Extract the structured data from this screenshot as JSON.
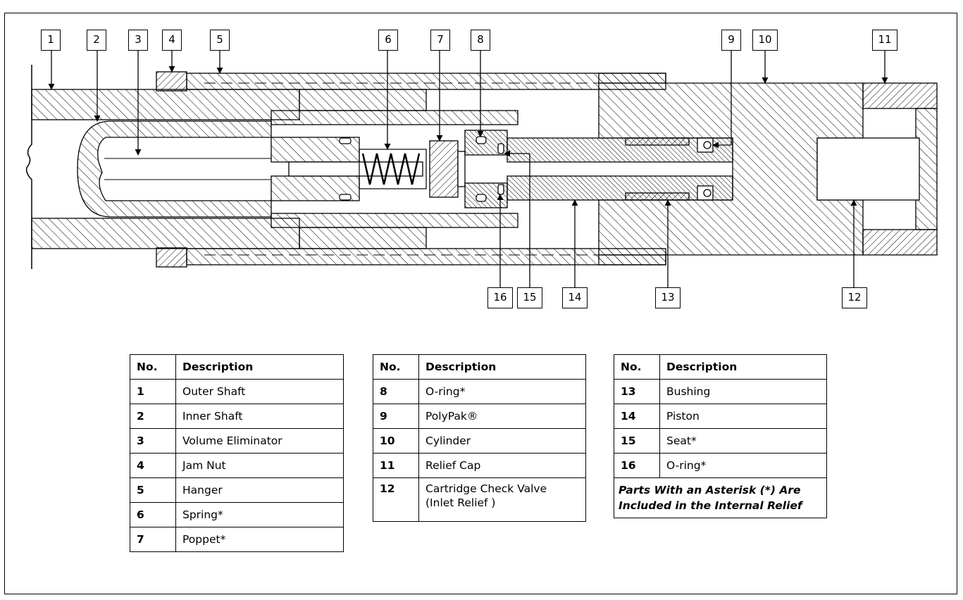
{
  "callouts": [
    "1",
    "2",
    "3",
    "4",
    "5",
    "6",
    "7",
    "8",
    "9",
    "10",
    "11",
    "12",
    "13",
    "14",
    "15",
    "16"
  ],
  "tables": [
    {
      "header": {
        "no": "No.",
        "description": "Description"
      },
      "rows": [
        {
          "no": "1",
          "description": "Outer Shaft"
        },
        {
          "no": "2",
          "description": "Inner Shaft"
        },
        {
          "no": "3",
          "description": "Volume Eliminator"
        },
        {
          "no": "4",
          "description": "Jam Nut"
        },
        {
          "no": "5",
          "description": "Hanger"
        },
        {
          "no": "6",
          "description": "Spring*"
        },
        {
          "no": "7",
          "description": "Poppet*"
        }
      ]
    },
    {
      "header": {
        "no": "No.",
        "description": "Description"
      },
      "rows": [
        {
          "no": "8",
          "description": "O-ring*"
        },
        {
          "no": "9",
          "description": "PolyPak®"
        },
        {
          "no": "10",
          "description": "Cylinder"
        },
        {
          "no": "11",
          "description": "Relief Cap"
        },
        {
          "no": "12",
          "description": "Cartridge Check Valve",
          "description_line2": "(Inlet Relief )"
        }
      ]
    },
    {
      "header": {
        "no": "No.",
        "description": "Description"
      },
      "rows": [
        {
          "no": "13",
          "description": "Bushing"
        },
        {
          "no": "14",
          "description": "Piston"
        },
        {
          "no": "15",
          "description": "Seat*"
        },
        {
          "no": "16",
          "description": "O-ring*"
        }
      ],
      "note": "Parts With an Asterisk (*) Are Included in the Internal Relief"
    }
  ]
}
